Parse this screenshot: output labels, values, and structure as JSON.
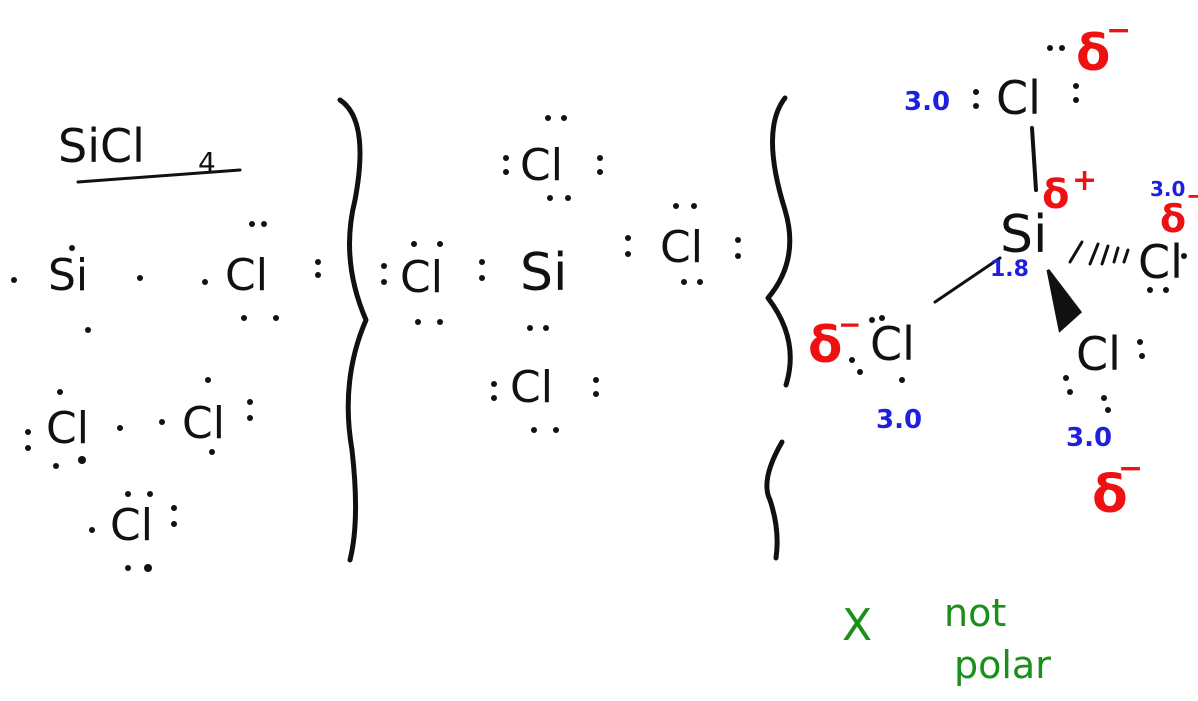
{
  "title": "SiCl",
  "title_subscript": "4",
  "atoms": {
    "si": "Si",
    "cl": "Cl"
  },
  "electronegativity": {
    "cl": "3.0",
    "si": "1.8"
  },
  "partial_charges": {
    "negative": "δ",
    "negative_sign": "−",
    "positive": "δ",
    "positive_sign": "+"
  },
  "conclusion": {
    "mark": "X",
    "line1": "not",
    "line2": "polar"
  },
  "colors": {
    "ink": "#111111",
    "electronegativity": "#1f1fe0",
    "partial_charge": "#ee1111",
    "conclusion": "#1a8f1a"
  }
}
